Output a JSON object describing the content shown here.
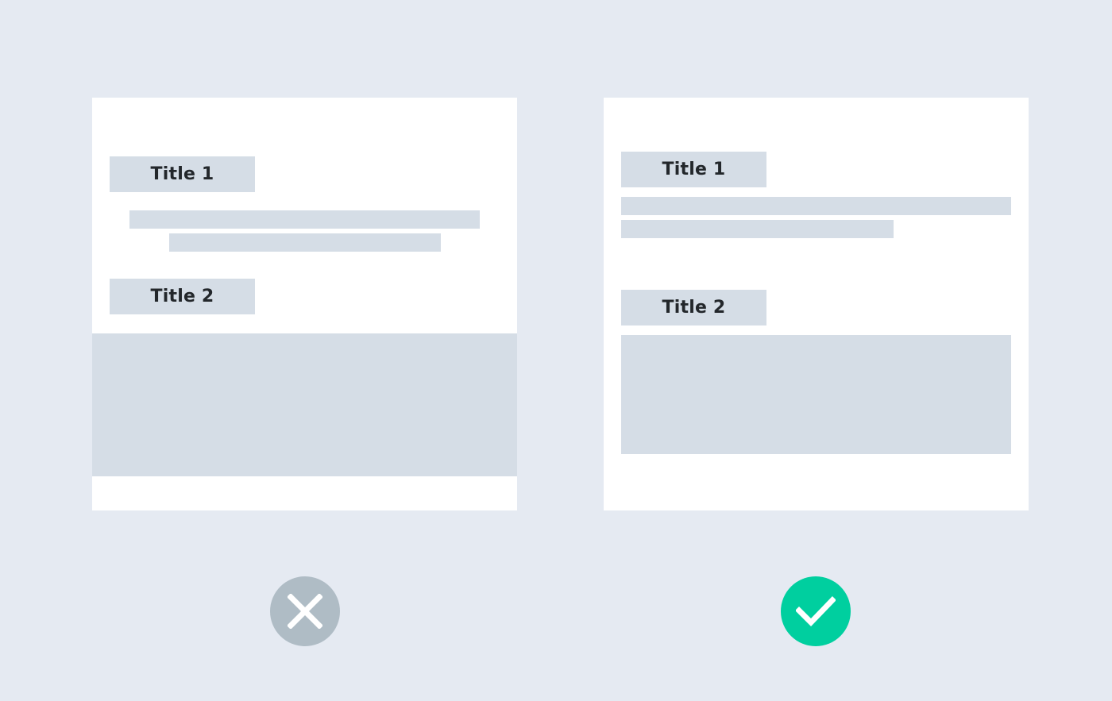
{
  "panels": {
    "bad": {
      "title1": "Title 1",
      "title2": "Title 2"
    },
    "good": {
      "title1": "Title 1",
      "title2": "Title 2"
    }
  },
  "icons": {
    "bad": "close-icon",
    "good": "check-icon"
  },
  "colors": {
    "background": "#e5eaf2",
    "placeholder": "#d5dde6",
    "bad_badge": "#afbcc5",
    "good_badge": "#00cf9f"
  }
}
